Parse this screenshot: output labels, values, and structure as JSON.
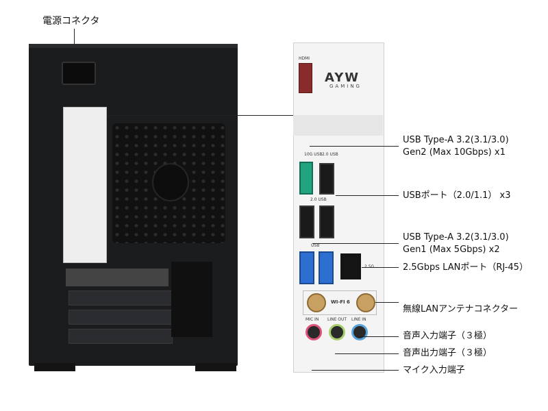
{
  "labels": {
    "power_connector": "電源コネクタ",
    "usb_gen2_l1": "USB Type-A 3.2(3.1/3.0)",
    "usb_gen2_l2": "Gen2 (Max 10Gbps) x1",
    "usb2_ports": "USBポート（2.0/1.1） x3",
    "usb_gen1_l1": "USB Type-A 3.2(3.1/3.0)",
    "usb_gen1_l2": "Gen1 (Max 5Gbps) x2",
    "lan_port": "2.5Gbps LANポート（RJ-45）",
    "wlan_antenna": "無線LANアンテナコネクター",
    "audio_in": "音声入力端子（３極）",
    "audio_out": "音声出力端子（３極）",
    "mic_in": "マイク入力端子"
  },
  "panel_text": {
    "brand": "AYW",
    "brand_sub": "GAMING",
    "hdmi": "HDMI",
    "usb_10g": "10G USB",
    "usb_20": "2.0 USB",
    "usb_20b": "2.0 USB",
    "usb_5g": "USB",
    "wifi": "WI-FI 6",
    "mic": "MIC IN",
    "line_out": "LINE OUT",
    "line_in": "LINE IN",
    "lan_25": "2.5G"
  },
  "colors": {
    "usb3": "#2d6fd0",
    "usb_gen2": "#20a37e",
    "mic_jack": "#e0527a",
    "line_out_jack": "#a6cf6b",
    "line_in_jack": "#5aa4dc",
    "antenna": "#c8a061"
  }
}
